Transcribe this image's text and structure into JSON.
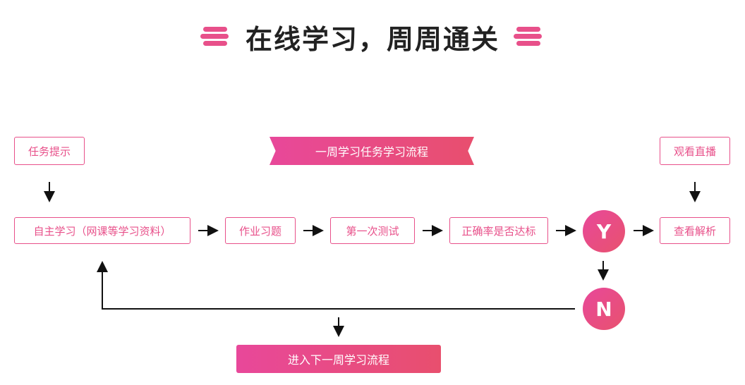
{
  "title": "在线学习，周周通关",
  "colors": {
    "accent": "#e8508a",
    "line": "#111111",
    "text": "#222222"
  },
  "diagram": {
    "task_hint": "任务提示",
    "banner": "一周学习任务学习流程",
    "watch_live": "观看直播",
    "steps": [
      "自主学习（网课等学习资料）",
      "作业习题",
      "第一次测试",
      "正确率是否达标"
    ],
    "yes": "Y",
    "no": "N",
    "review": "查看解析",
    "next_week": "进入下一周学习流程"
  }
}
